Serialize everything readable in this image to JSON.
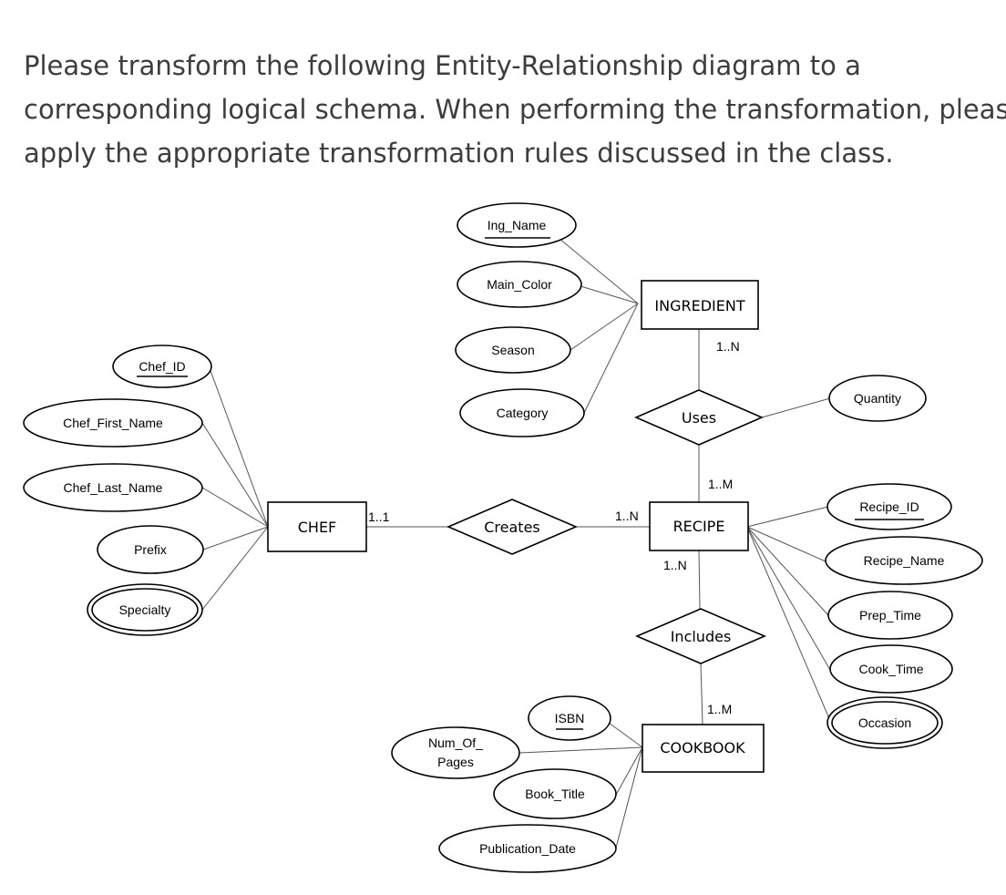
{
  "prompt": {
    "line1": "Please transform the following Entity-Relationship diagram to a",
    "line2": "corresponding logical schema. When performing the transformation, please",
    "line3": "apply the appropriate transformation rules discussed in the class."
  },
  "entities": {
    "chef": "CHEF",
    "ingredient": "INGREDIENT",
    "recipe": "RECIPE",
    "cookbook": "COOKBOOK"
  },
  "relationships": {
    "creates": "Creates",
    "uses": "Uses",
    "includes": "Includes"
  },
  "attributes": {
    "ing_name": "Ing_Name",
    "main_color": "Main_Color",
    "season": "Season",
    "category": "Category",
    "chef_id": "Chef_ID",
    "chef_first_name": "Chef_First_Name",
    "chef_last_name": "Chef_Last_Name",
    "prefix": "Prefix",
    "specialty": "Specialty",
    "quantity": "Quantity",
    "recipe_id": "Recipe_ID",
    "recipe_name": "Recipe_Name",
    "prep_time": "Prep_Time",
    "cook_time": "Cook_Time",
    "occasion": "Occasion",
    "isbn": "ISBN",
    "num_of_pages_1": "Num_Of_",
    "num_of_pages_2": "Pages",
    "book_title": "Book_Title",
    "publication_date": "Publication_Date"
  },
  "cardinalities": {
    "chef_creates": "1..1",
    "recipe_creates": "1..N",
    "ingredient_uses": "1..N",
    "recipe_uses": "1..M",
    "recipe_includes": "1..N",
    "cookbook_includes": "1..M"
  }
}
